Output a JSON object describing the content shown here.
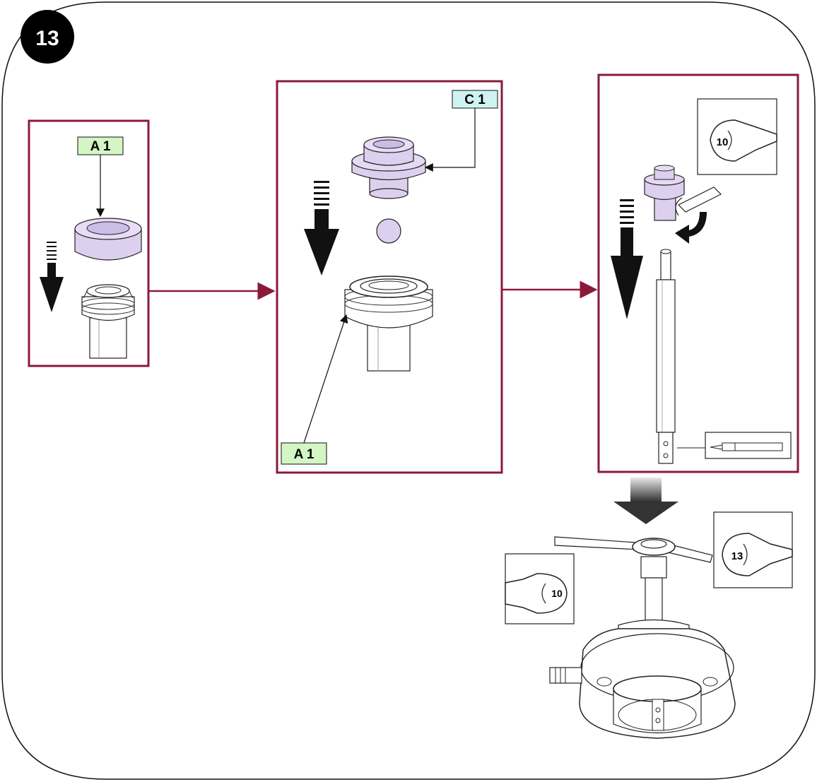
{
  "step_number": "13",
  "labels": {
    "a1_left": "A 1",
    "c1": "C 1",
    "a1_middle": "A 1"
  },
  "wrench_sizes": {
    "top_right": "10",
    "bottom_right": "13",
    "bottom_left": "10"
  },
  "colors": {
    "frame": "#8b1a3a",
    "label_green": "#d4f5c4",
    "label_cyan": "#cff3f3",
    "part_lilac": "#ddd0ee"
  }
}
